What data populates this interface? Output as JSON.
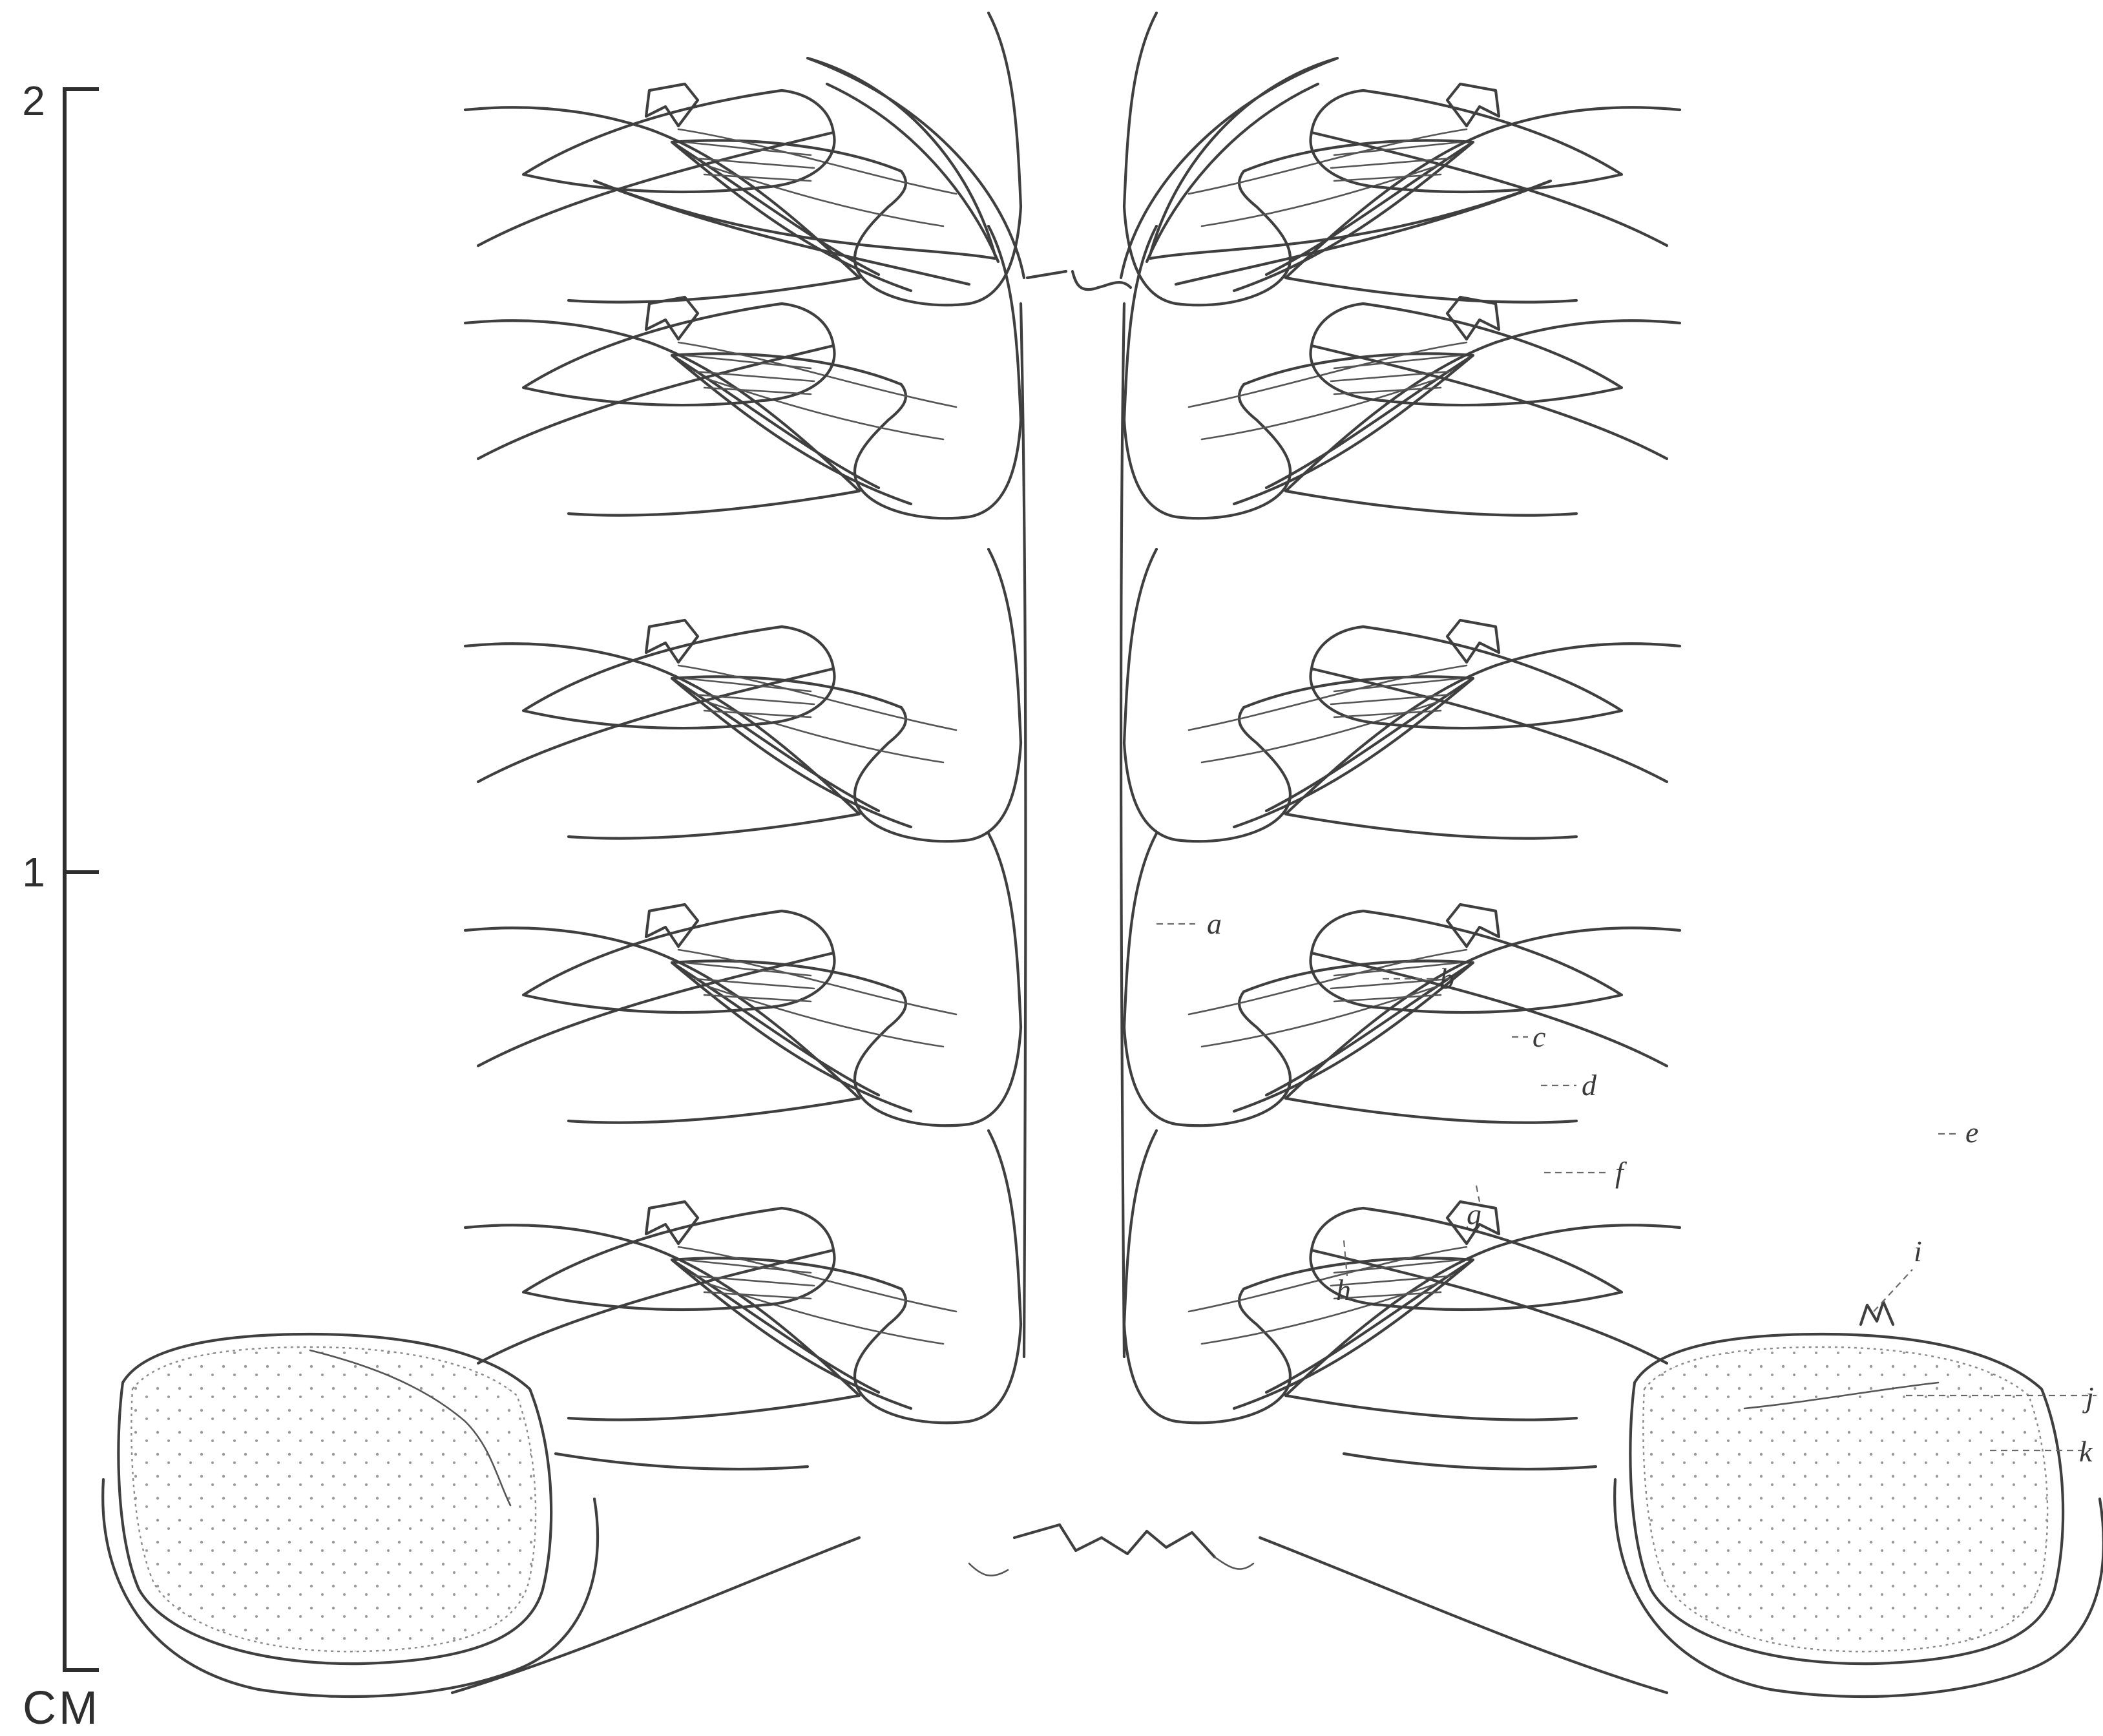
{
  "scale_bar": {
    "tick_top": "2",
    "tick_mid": "1",
    "unit": "CM"
  },
  "labels": {
    "a": "a",
    "b": "b",
    "c": "c",
    "d": "d",
    "e": "e",
    "f": "f",
    "g": "g",
    "h": "h",
    "i": "i",
    "j": "j",
    "k": "k"
  },
  "colors": {
    "ink": "#3f3f3f",
    "stipple": "#9a9a9a",
    "background": "#ffffff"
  }
}
